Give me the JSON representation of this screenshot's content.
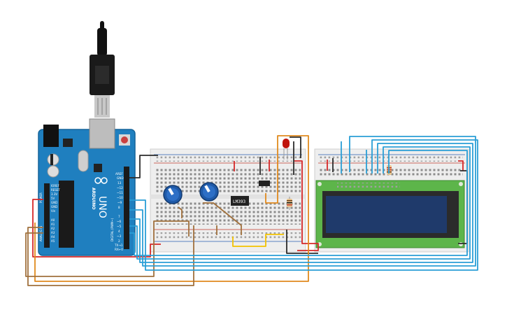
{
  "arduino": {
    "logo_text": "ARDUINO",
    "model_text": "UNO",
    "header_pins_right": [
      "AREF",
      "GND",
      "13",
      "~12",
      "~11",
      "~10",
      "~9",
      "8",
      "7",
      "~6",
      "~5",
      "4",
      "~3",
      "2",
      "TX→1",
      "RX←0"
    ],
    "header_pins_left": [
      "IOREF",
      "RESET",
      "3.3V",
      "5V",
      "GND",
      "GND",
      "Vin",
      "A0",
      "A1",
      "A2",
      "A3",
      "A4",
      "A5"
    ],
    "power_label": "POWER",
    "analog_label": "ANALOG IN",
    "digital_label": "DIGITAL (PWM~)"
  },
  "chip_label": "LM393",
  "colors": {
    "board": "#1f7fbf",
    "breadboard": "#eeeeee",
    "lcd_pcb": "#5db54a",
    "lcd_screen": "#1f3a6b",
    "wire_red": "#d62728",
    "wire_black": "#2b2b2b",
    "wire_blue": "#2a9fd6",
    "wire_brown": "#a0703c",
    "wire_orange": "#e08a1e",
    "wire_yellow": "#f2c200"
  }
}
